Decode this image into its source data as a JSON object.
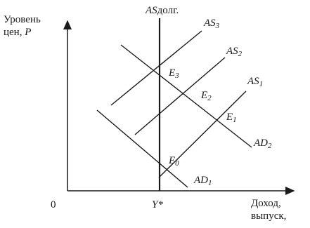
{
  "axes": {
    "y_label_line1": "Уровень",
    "y_label_line2": "цен, ",
    "y_label_var": "P",
    "x_label_line1": "Доход,",
    "x_label_line2": "выпуск,",
    "origin": "0",
    "y_star": "Y*"
  },
  "curves": {
    "as_long_main": "AS",
    "as_long_suffix": "долг.",
    "as1": "AS",
    "as1_sub": "1",
    "as2": "AS",
    "as2_sub": "2",
    "as3": "AS",
    "as3_sub": "3",
    "ad1": "AD",
    "ad1_sub": "1",
    "ad2": "AD",
    "ad2_sub": "2"
  },
  "points": {
    "e0": "E",
    "e0_sub": "0",
    "e1": "E",
    "e1_sub": "1",
    "e2": "E",
    "e2_sub": "2",
    "e3": "E",
    "e3_sub": "3"
  },
  "colors": {
    "line": "#1a1a1a",
    "background": "#ffffff"
  }
}
